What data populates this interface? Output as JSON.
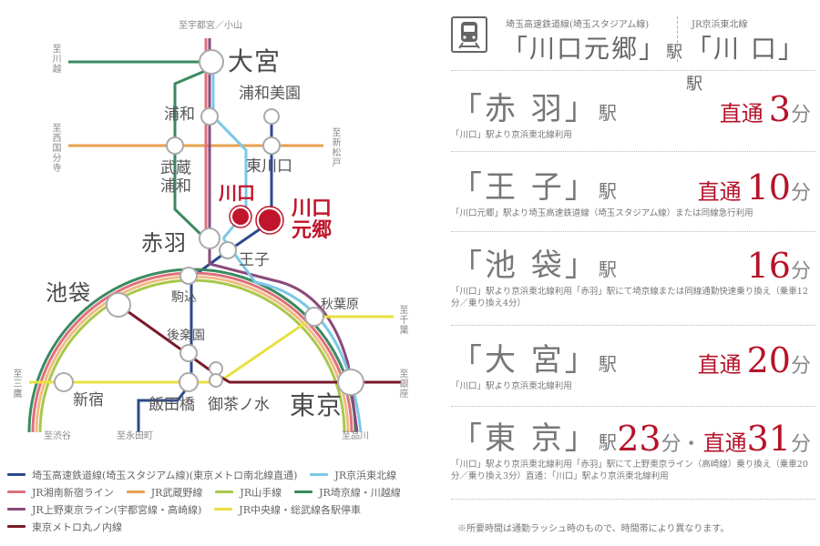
{
  "map": {
    "stations": {
      "omiya": "大宮",
      "urawa_misono": "浦和美園",
      "urawa": "浦和",
      "higashi_kawaguchi": "東川口",
      "musashi_urawa": "武蔵\n浦和",
      "kawaguchi": "川口",
      "kawaguchi_motogo": "川口\n元郷",
      "akabane": "赤羽",
      "oji": "王子",
      "ikebukuro": "池袋",
      "komagome": "駒込",
      "korakuen": "後楽園",
      "akihabara": "秋葉原",
      "shinjuku": "新宿",
      "iidabashi": "飯田橋",
      "ochanomizu": "御茶ノ水",
      "tokyo": "東京"
    },
    "directions": {
      "utsunomiya_oyama": "至宇都宮／小山",
      "kawagoe": "至川越",
      "nishi_kokubunji": "至西国分寺",
      "shin_matsudo": "至新松戸",
      "chiba": "至千葉",
      "mitaka": "至三鷹",
      "ginza": "至銀座",
      "shibuya": "至渋谷",
      "nagatacho": "至永田町",
      "shinagawa": "至品川"
    }
  },
  "legend": {
    "items": [
      {
        "label": "埼玉高速鉄道線(埼玉スタジアム線)(東京メトロ南北線直通)",
        "color": "#2c4a8c"
      },
      {
        "label": "JR京浜東北線",
        "color": "#7cc7e8"
      },
      {
        "label": "JR湘南新宿ライン",
        "color": "#e0707c"
      },
      {
        "label": "JR武蔵野線",
        "color": "#e8a050"
      },
      {
        "label": "JR山手線",
        "color": "#a8c84a"
      },
      {
        "label": "JR埼京線・川越線",
        "color": "#3a8a60"
      },
      {
        "label": "JR上野東京ライン(宇都宮線・高崎線)",
        "color": "#8a4a7a"
      },
      {
        "label": "JR中央線・総武線各駅停車",
        "color": "#e8e040"
      },
      {
        "label": "東京メトロ丸ノ内線",
        "color": "#7a1a2a"
      }
    ]
  },
  "header": {
    "icon": "train-icon",
    "origin1": {
      "line": "埼玉高速鉄道線(埼玉スタジアム線)",
      "station": "「川口元郷」",
      "suffix": "駅"
    },
    "origin2": {
      "line": "JR京浜東北線",
      "station": "「川 口」",
      "suffix": "駅"
    }
  },
  "routes": [
    {
      "station": "「赤 羽」",
      "suffix": "駅",
      "prefix": "直通",
      "minutes": "3",
      "unit": "分",
      "note": "「川口」駅より京浜東北線利用"
    },
    {
      "station": "「王 子」",
      "suffix": "駅",
      "prefix": "直通",
      "minutes": "10",
      "unit": "分",
      "note": "「川口元郷」駅より埼玉高速鉄道線（埼玉スタジアム線）または同線急行利用"
    },
    {
      "station": "「池 袋」",
      "suffix": "駅",
      "prefix": "",
      "minutes": "16",
      "unit": "分",
      "note": "「川口」駅より京浜東北線利用「赤羽」駅にて埼京線または同線通勤快速乗り換え（乗車12分／乗り換え4分）"
    },
    {
      "station": "「大 宮」",
      "suffix": "駅",
      "prefix": "直通",
      "minutes": "20",
      "unit": "分",
      "note": "「川口」駅より京浜東北線利用"
    },
    {
      "station": "「東 京」",
      "suffix": "駅",
      "prefix": "",
      "minutes": "23",
      "unit": "分・",
      "prefix2": "直通",
      "minutes2": "31",
      "unit2": "分",
      "note": "「川口」駅より京浜東北線利用「赤羽」駅にて上野東京ライン（高崎線）乗り換え（乗車20分／乗り換え3分）直通：「川口」駅より京浜東北線利用"
    }
  ],
  "footnote": "※所要時間は通勤ラッシュ時のもので、時間帯により異なります。"
}
